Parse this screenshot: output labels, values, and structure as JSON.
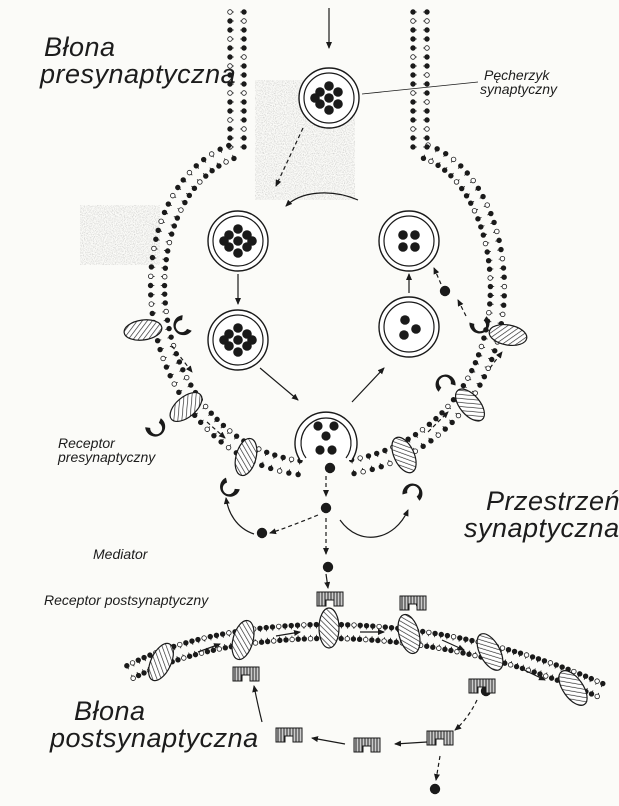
{
  "labels": {
    "presynaptic_membrane": [
      "Błona",
      "presynaptyczna"
    ],
    "synaptic_vesicle": [
      "Pęcherzyk",
      "synaptyczny"
    ],
    "presynaptic_receptor": [
      "Receptor",
      "presynaptyczny"
    ],
    "synaptic_cleft": [
      "Przestrzeń",
      "synaptyczna"
    ],
    "mediator": "Mediator",
    "postsynaptic_receptor": "Receptor postsynaptyczny",
    "postsynaptic_membrane": [
      "Błona",
      "postsynaptyczna"
    ]
  },
  "colors": {
    "ink": "#1a1a1a",
    "paper": "#fbfbf8"
  }
}
